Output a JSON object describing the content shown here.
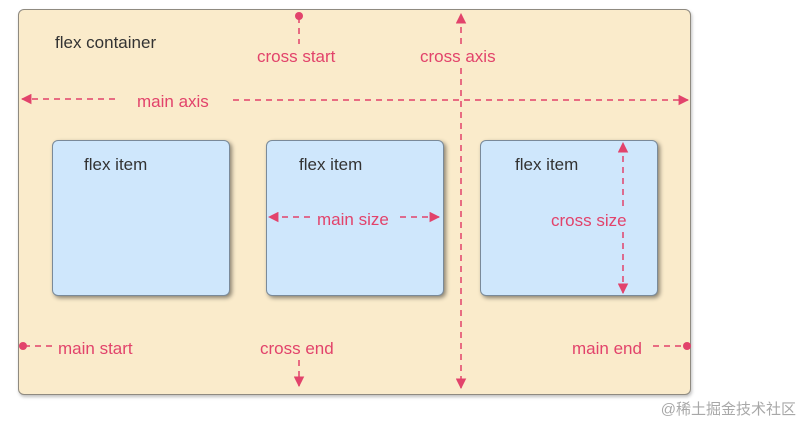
{
  "diagram": {
    "container_label": "flex container",
    "item_labels": [
      "flex item",
      "flex item",
      "flex item"
    ],
    "axes": {
      "main_axis": "main axis",
      "cross_axis": "cross axis"
    },
    "positions": {
      "main_start": "main start",
      "main_end": "main end",
      "cross_start": "cross start",
      "cross_end": "cross end"
    },
    "sizes": {
      "main_size": "main size",
      "cross_size": "cross size"
    },
    "colors": {
      "container_fill": "#faebcb",
      "item_fill": "#cfe7fc",
      "annotation": "#e2436b",
      "text": "#333333"
    }
  },
  "watermark": "@稀土掘金技术社区"
}
